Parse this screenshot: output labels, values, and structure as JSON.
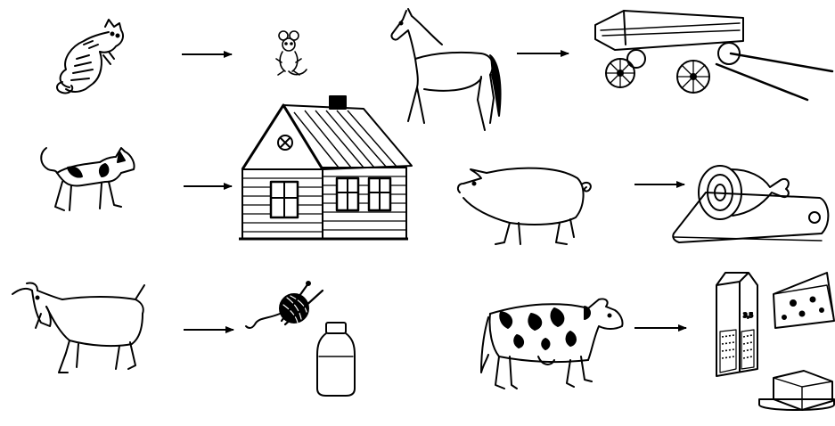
{
  "diagram": {
    "rows": [
      {
        "pairs": [
          {
            "animal": "cat",
            "product": "mouse"
          },
          {
            "animal": "horse",
            "product": "cart"
          }
        ]
      },
      {
        "pairs": [
          {
            "animal": "dog",
            "product": "house"
          },
          {
            "animal": "pig",
            "product": "ham"
          }
        ]
      },
      {
        "pairs": [
          {
            "animal": "goat",
            "product": "yarn-and-milk"
          },
          {
            "animal": "cow",
            "product": "dairy-products"
          }
        ]
      }
    ],
    "milk_carton_label": "3,5",
    "colors": {
      "ink": "#000000",
      "background": "#ffffff"
    }
  }
}
